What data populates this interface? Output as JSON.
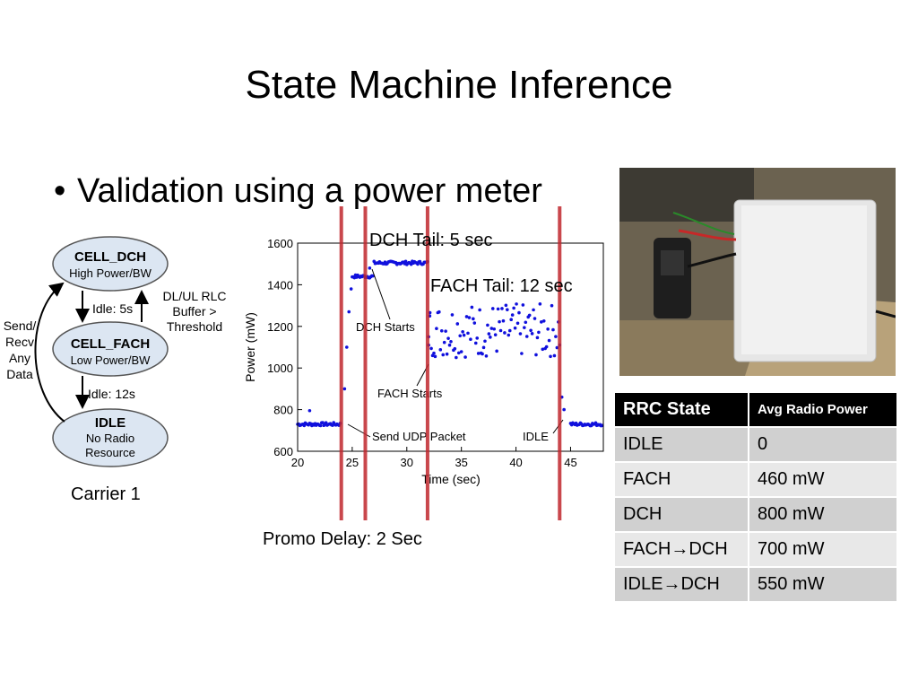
{
  "slide": {
    "title": "State Machine Inference",
    "bullet": "Validation using a power meter",
    "carrier_label": "Carrier 1",
    "promo_delay": "Promo Delay: 2 Sec",
    "dch_tail": "DCH Tail: 5 sec",
    "fach_tail": "FACH Tail: 12 sec"
  },
  "state_diagram": {
    "cell_dch": {
      "name": "CELL_DCH",
      "desc": "High Power/BW"
    },
    "cell_fach": {
      "name": "CELL_FACH",
      "desc": "Low Power/BW"
    },
    "idle": {
      "name": "IDLE",
      "line1": "No Radio",
      "line2": "Resource"
    },
    "idle_5s": "Idle: 5s",
    "idle_12s": "Idle: 12s",
    "dl_ul": [
      "DL/UL RLC",
      "Buffer >",
      "Threshold"
    ],
    "send_recv": [
      "Send/",
      "Recv",
      "Any",
      "Data"
    ]
  },
  "chart_data": {
    "type": "scatter",
    "xlabel": "Time (sec)",
    "ylabel": "Power (mW)",
    "xlim": [
      20,
      48
    ],
    "ylim": [
      600,
      1600
    ],
    "xticks": [
      20,
      25,
      30,
      35,
      40,
      45
    ],
    "yticks": [
      600,
      800,
      1000,
      1200,
      1400,
      1600
    ],
    "segments": [
      {
        "phase": "idle",
        "x_start": 20,
        "x_end": 24,
        "power": 730
      },
      {
        "phase": "dch",
        "x_start": 25,
        "x_end": 27,
        "power": 1440
      },
      {
        "phase": "dch",
        "x_start": 27,
        "x_end": 32,
        "power": 1505
      },
      {
        "phase": "fach",
        "x_start": 32,
        "x_end": 44,
        "power_low": 1050,
        "power_high": 1310
      },
      {
        "phase": "idle",
        "x_start": 45,
        "x_end": 48,
        "power": 730
      }
    ],
    "annotations": [
      "DCH Starts",
      "FACH Starts",
      "Send UDP Packet",
      "IDLE"
    ],
    "marker_lines_x": [
      24,
      26.2,
      31.9,
      44
    ],
    "colors": {
      "points": "#1010dd",
      "lines": "#c0272d"
    }
  },
  "rrc_table": {
    "headers": [
      "RRC State",
      "Avg Radio Power"
    ],
    "rows": [
      [
        "IDLE",
        "0"
      ],
      [
        "FACH",
        "460 mW"
      ],
      [
        "DCH",
        "800 mW"
      ],
      [
        "FACH→DCH",
        "700 mW"
      ],
      [
        "IDLE→DCH",
        "550 mW"
      ]
    ]
  }
}
